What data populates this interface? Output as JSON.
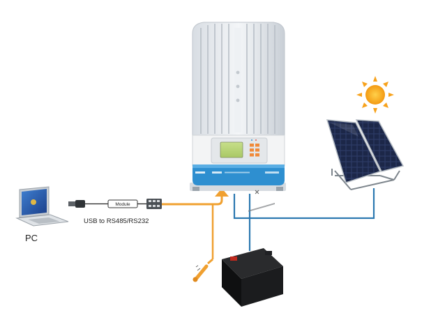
{
  "labels": {
    "pc": "PC",
    "usb_cable": "USB to RS485/RS232",
    "module": "Module"
  },
  "components": {
    "pc": "laptop-icon",
    "usb_cable": "usb-cable-icon",
    "controller": "solar-charge-controller",
    "solar_panel": "solar-panel-icon",
    "sun": "sun-icon",
    "battery": "battery-icon",
    "temperature_sensor": "temperature-sensor-icon"
  },
  "colors": {
    "communication_wire": "#f0a030",
    "power_wire": "#2b78b0",
    "sun": "#f7a21c",
    "controller_accent": "#2e8fd0"
  }
}
